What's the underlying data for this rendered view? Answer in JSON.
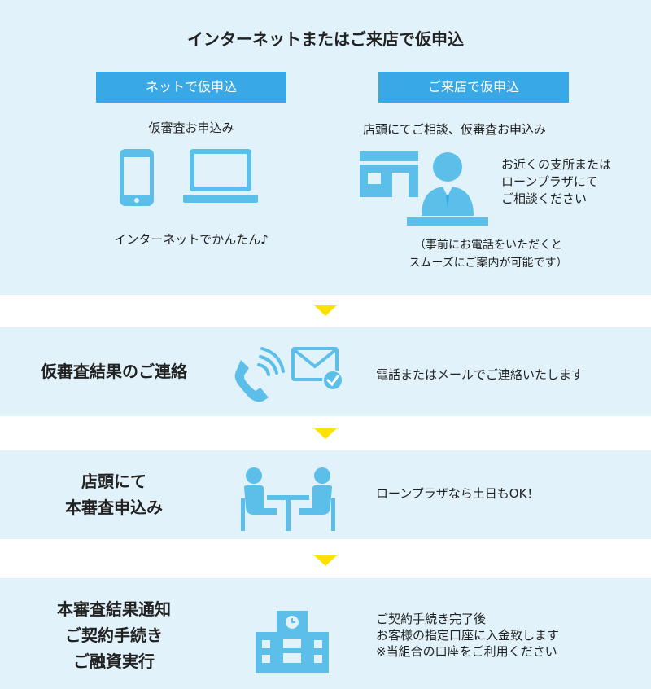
{
  "header": {
    "title": "インターネットまたはご来店で仮申込"
  },
  "net": {
    "tag": "ネットで仮申込",
    "subtitle": "仮審査お申込み",
    "caption": "インターネットでかんたん♪",
    "icons": [
      "smartphone-icon",
      "laptop-icon"
    ]
  },
  "store": {
    "tag": "ご来店で仮申込",
    "subtitle": "店頭にてご相談、仮審査お申込み",
    "side_lines": [
      "お近くの支所または",
      "ローンプラザにて",
      "ご相談ください"
    ],
    "note_lines": [
      "（事前にお電話をいただくと",
      "スムーズにご案内が可能です）"
    ],
    "icons": [
      "store-icon",
      "staff-icon"
    ]
  },
  "steps": [
    {
      "title_lines": [
        "仮審査結果のご連絡"
      ],
      "desc_lines": [
        "電話またはメールでご連絡いたします"
      ],
      "icons": [
        "phone-icon",
        "mail-icon"
      ]
    },
    {
      "title_lines": [
        "店頭にて",
        "本審査申込み"
      ],
      "desc_lines": [
        "ローンプラザなら土日もOK！"
      ],
      "icons": [
        "meeting-icon"
      ]
    },
    {
      "title_lines": [
        "本審査結果通知",
        "ご契約手続き",
        "ご融資実行"
      ],
      "desc_lines": [
        "ご契約手続き完了後",
        "お客様の指定口座に入金致します",
        "※当組合の口座をご利用ください"
      ],
      "icons": [
        "building-icon"
      ]
    }
  ],
  "colors": {
    "panel": "#e1f2fa",
    "accent_blue": "#39a8e6",
    "icon_blue": "#5bbfe9",
    "arrow_yellow": "#ffe000"
  }
}
